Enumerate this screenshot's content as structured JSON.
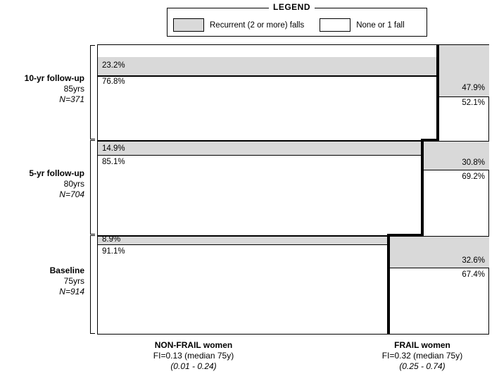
{
  "legend": {
    "title": "LEGEND",
    "items": [
      {
        "swatch": "grey",
        "label": "Recurrent (2 or more) falls"
      },
      {
        "swatch": "white",
        "label": "None or 1 fall"
      }
    ]
  },
  "y_axis": {
    "groups": [
      {
        "name": "10-yr follow-up",
        "age": "85yrs",
        "n": "N=371"
      },
      {
        "name": "5-yr follow-up",
        "age": "80yrs",
        "n": "N=704"
      },
      {
        "name": "Baseline",
        "age": "75yrs",
        "n": "N=914"
      }
    ]
  },
  "x_axis": {
    "groups": [
      {
        "name": "NON-FRAIL women",
        "fi": "FI=0.13 (median 75y)",
        "range": "(0.01 - 0.24)"
      },
      {
        "name": "FRAIL women",
        "fi": "FI=0.32 (median 75y)",
        "range": "(0.25 - 0.74)"
      }
    ]
  },
  "chart_data": {
    "type": "bar",
    "title": "",
    "xlabel": "",
    "ylabel": "",
    "subtype": "stacked-proportional-panel",
    "legend_position": "top",
    "grid": false,
    "colors": {
      "recurrent": "#d9d9d9",
      "none_or_one": "#ffffff",
      "outline": "#000000"
    },
    "panels": [
      {
        "timepoint": "10-yr follow-up",
        "age": "85yrs",
        "n": 371,
        "groups": [
          {
            "name": "NON-FRAIL women",
            "recurrent_pct": 23.2,
            "none_or_one_pct": 76.8,
            "width_share_pct": 87.0
          },
          {
            "name": "FRAIL women",
            "recurrent_pct": 47.9,
            "none_or_one_pct": 52.1,
            "width_share_pct": 13.0
          }
        ]
      },
      {
        "timepoint": "5-yr follow-up",
        "age": "80yrs",
        "n": 704,
        "groups": [
          {
            "name": "NON-FRAIL women",
            "recurrent_pct": 14.9,
            "none_or_one_pct": 85.1,
            "width_share_pct": 83.0
          },
          {
            "name": "FRAIL women",
            "recurrent_pct": 30.8,
            "none_or_one_pct": 69.2,
            "width_share_pct": 17.0
          }
        ]
      },
      {
        "timepoint": "Baseline",
        "age": "75yrs",
        "n": 914,
        "groups": [
          {
            "name": "NON-FRAIL women",
            "recurrent_pct": 8.9,
            "none_or_one_pct": 91.1,
            "width_share_pct": 74.5
          },
          {
            "name": "FRAIL women",
            "recurrent_pct": 32.6,
            "none_or_one_pct": 67.4,
            "width_share_pct": 25.5
          }
        ]
      }
    ]
  },
  "labels": {
    "p10_nf_rec": "23.2%",
    "p10_nf_none": "76.8%",
    "p10_f_rec": "47.9%",
    "p10_f_none": "52.1%",
    "p5_nf_rec": "14.9%",
    "p5_nf_none": "85.1%",
    "p5_f_rec": "30.8%",
    "p5_f_none": "69.2%",
    "pb_nf_rec": "8.9%",
    "pb_nf_none": "91.1%",
    "pb_f_rec": "32.6%",
    "pb_f_none": "67.4%"
  }
}
